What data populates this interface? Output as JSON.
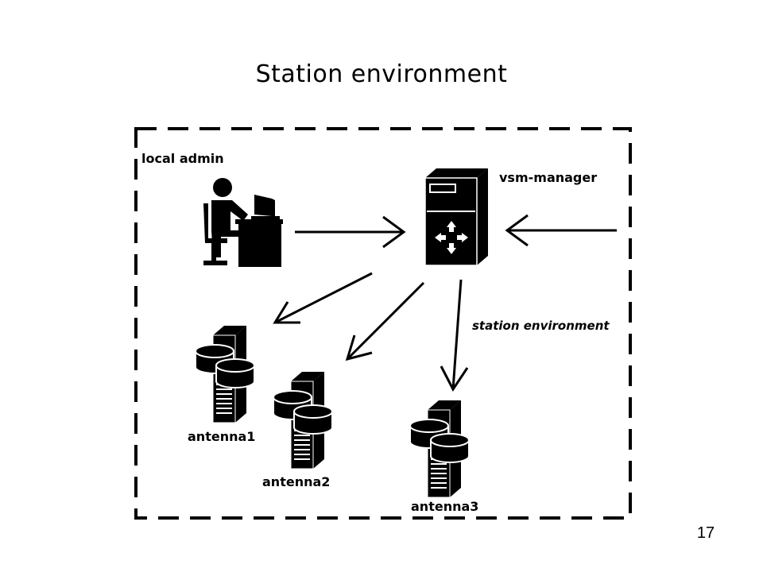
{
  "slide": {
    "title": "Station environment",
    "page_number": "17"
  },
  "diagram": {
    "boundary_label": "station environment",
    "nodes": {
      "local_admin": {
        "label": "local admin",
        "icon": "admin-workstation-icon"
      },
      "vsm_manager": {
        "label": "vsm-manager",
        "icon": "server-router-icon"
      },
      "antenna1": {
        "label": "antenna1",
        "icon": "database-server-icon"
      },
      "antenna2": {
        "label": "antenna2",
        "icon": "database-server-icon"
      },
      "antenna3": {
        "label": "antenna3",
        "icon": "database-server-icon"
      }
    },
    "edges": [
      {
        "from": "local admin",
        "to": "vsm-manager"
      },
      {
        "from": "external",
        "to": "vsm-manager"
      },
      {
        "from": "vsm-manager",
        "to": "antenna1"
      },
      {
        "from": "vsm-manager",
        "to": "antenna2"
      },
      {
        "from": "vsm-manager",
        "to": "antenna3"
      }
    ]
  }
}
